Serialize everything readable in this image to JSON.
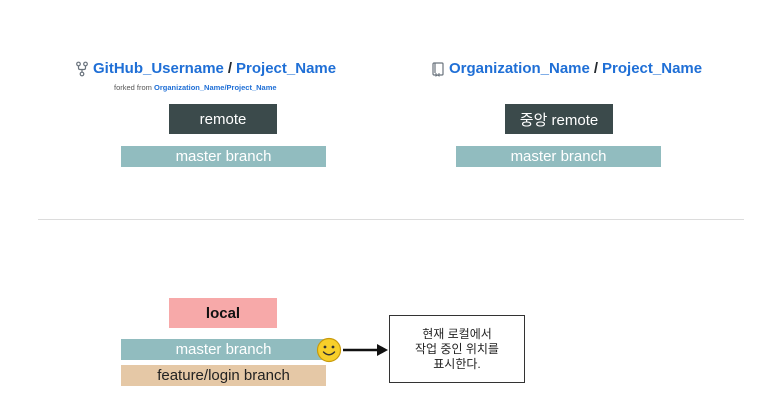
{
  "left_repo": {
    "owner": "GitHub_Username",
    "separator": "/",
    "project": "Project_Name",
    "forked_prefix": "forked from",
    "forked_source": "Organization_Name/Project_Name",
    "remote_label": "remote",
    "branch_label": "master branch"
  },
  "right_repo": {
    "owner": "Organization_Name",
    "separator": "/",
    "project": "Project_Name",
    "remote_label": "중앙 remote",
    "branch_label": "master branch"
  },
  "local": {
    "label": "local",
    "master_branch_label": "master branch",
    "feature_branch_label": "feature/login branch"
  },
  "note": {
    "lines": [
      "현재 로컬에서",
      "작업 중인 위치를",
      "표시한다."
    ]
  },
  "icons": {
    "fork": "fork-icon",
    "repo": "repo-icon",
    "smiley": "smiley-icon",
    "arrow": "arrow-icon"
  },
  "colors": {
    "link": "#1f6fd6",
    "remote_box": "#3b4a4b",
    "master_bar": "#91bcbf",
    "feature_bar": "#e5c8a6",
    "local_box": "#f7a9a9",
    "smiley": "#f7cf2a"
  }
}
